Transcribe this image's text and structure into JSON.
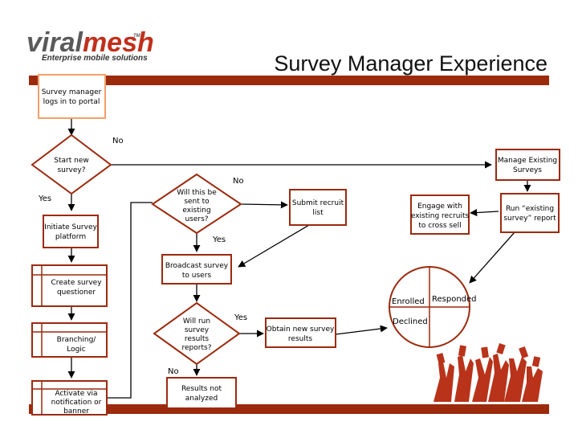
{
  "slide": {
    "title": "Survey Manager Experience",
    "logo_brand_a": "viral",
    "logo_brand_b": "mesh",
    "logo_tm": "TM",
    "logo_tagline": "Enterprise mobile solutions"
  },
  "colors": {
    "accent": "#9c2a0d",
    "brand_dark": "#5a5a5a",
    "brand_red": "#c0301c",
    "login_border": "#f5a06a"
  },
  "nodes": {
    "login": [
      "Survey manager",
      "logs in to portal"
    ],
    "start_new": [
      "Start new",
      "survey?"
    ],
    "initiate": [
      "Initiate Survey",
      "platform"
    ],
    "create": [
      "Create survey",
      "questioner"
    ],
    "branching": [
      "Branching/",
      "Logic"
    ],
    "activate": [
      "Activate via",
      "notification or",
      "banner"
    ],
    "sent_existing": [
      "Will this be",
      "sent to",
      "existing",
      "users?"
    ],
    "submit_recruit": [
      "Submit recruit",
      "list"
    ],
    "broadcast": [
      "Broadcast survey",
      "to users"
    ],
    "run_reports": [
      "Will run",
      "survey",
      "results",
      "reports?"
    ],
    "obtain": [
      "Obtain new survey",
      "results"
    ],
    "not_analyzed": [
      "Results not",
      "analyzed"
    ],
    "manage": [
      "Manage Existing",
      "Surveys"
    ],
    "run_existing": [
      "Run “existing",
      "survey” report"
    ],
    "engage": [
      "Engage with",
      "existing recruits",
      "to cross sell"
    ]
  },
  "edge_labels": {
    "no_start": "No",
    "yes_start": "Yes",
    "no_sent": "No",
    "yes_sent": "Yes",
    "yes_reports": "Yes",
    "no_reports": "No"
  },
  "outcomes": {
    "enrolled": "Enrolled",
    "responded": "Responded",
    "declined": "Declined"
  },
  "decoration": {
    "hands_icon": "raised-hands-with-phones-icon"
  }
}
